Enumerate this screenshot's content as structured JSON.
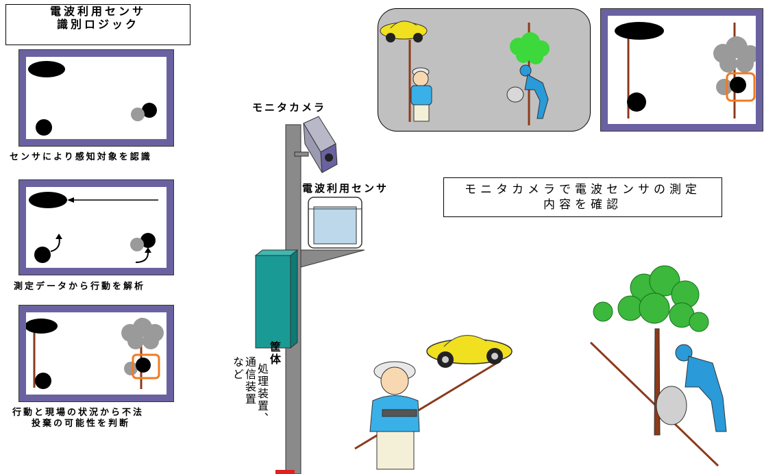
{
  "logic_title": {
    "line1": "電波利用センサ",
    "line2": "識別ロジック"
  },
  "steps": [
    {
      "caption": "センサにより感知対象を認識"
    },
    {
      "caption": "測定データから行動を解析"
    },
    {
      "caption_line1": "行動と現場の状況から不法",
      "caption_line2": "投棄の可能性を判断"
    }
  ],
  "equipment": {
    "monitor_camera": "モニタカメラ",
    "radio_sensor": "電波利用センサ",
    "housing": {
      "title": "筐体",
      "col1": "処理装置、",
      "col2": "通信装置",
      "col3": "など"
    }
  },
  "monitor_caption": {
    "line1": "モニタカメラで電波センサの測定",
    "line2": "内容を確認"
  },
  "colors": {
    "panel_frame": "#6a62a0",
    "cabinet": "#1a9a95",
    "pole": "#8a8a8a",
    "highlight": "#f07a20",
    "tree": "#3cb83c",
    "worker": "#2a9ad8",
    "car": "#f0e020"
  }
}
